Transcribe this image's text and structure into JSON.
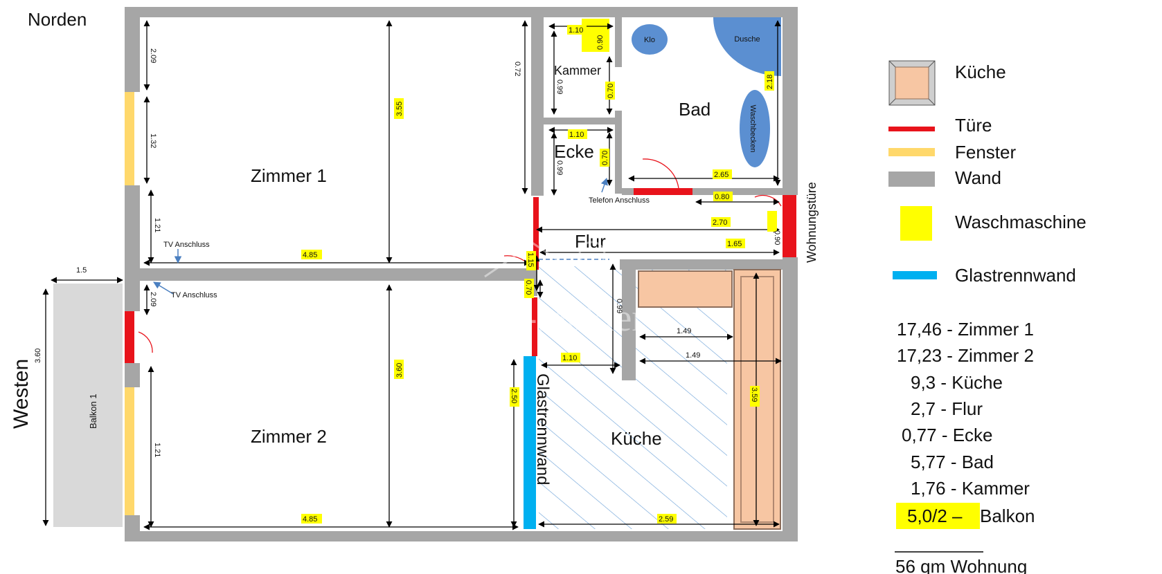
{
  "compass": {
    "north": "Norden",
    "west": "Westen"
  },
  "rooms": {
    "zimmer1": "Zimmer 1",
    "zimmer2": "Zimmer 2",
    "kammer": "Kammer",
    "ecke": "Ecke",
    "bad": "Bad",
    "flur": "Flur",
    "kueche": "Küche",
    "balkon": "Balkon 1"
  },
  "fixtures": {
    "klo": "Klo",
    "dusche": "Dusche",
    "waschbecken": "Waschbecken",
    "glastrennwand": "Glastrennwand",
    "wohnungstuere": "Wohnungstüre"
  },
  "annotations": {
    "tv1": "TV Anschluss",
    "tv2": "TV Anschluss",
    "telefon": "Telefon Anschluss"
  },
  "dimensions": {
    "z1_left_top": "2.09",
    "z1_left_window": "1.32",
    "z1_left_bottom": "1.21",
    "z1_height": "3.55",
    "z1_width": "4.85",
    "kammer_left": "0.72",
    "kammer_width": "1.10",
    "wm_a": "0.90",
    "kammer_h": "0.99",
    "kammer_w2": "0.70",
    "ecke_width": "1.10",
    "ecke_h": "0.99",
    "ecke_w2": "0.70",
    "bad_right": "2.18",
    "bad_width": "2.65",
    "bad_door": "0.80",
    "flur_width": "2.70",
    "door_090": "0.90",
    "flur_right": "1.65",
    "flur_115": "1.15",
    "flur_070": "0.70",
    "balkon_width": "1.5",
    "balkon_height": "3.60",
    "z2_left_top": "2.09",
    "z2_height": "3.60",
    "z2_left_bottom": "1.21",
    "z2_width": "4.85",
    "glas_height": "2.50",
    "kueche_099": "0.99",
    "kueche_149a": "1.49",
    "kueche_149b": "1.49",
    "kueche_110": "1.10",
    "kueche_359": "3.59",
    "kueche_259": "2.59"
  },
  "legend": [
    {
      "label": "Küche",
      "color": "#f7c6a3"
    },
    {
      "label": "Türe",
      "color": "#e8131b"
    },
    {
      "label": "Fenster",
      "color": "#ffd86b"
    },
    {
      "label": "Wand",
      "color": "#a6a6a6"
    },
    {
      "label": "Waschmaschine",
      "color": "#ffff00"
    },
    {
      "label": "Glastrennwand",
      "color": "#00b0f0"
    }
  ],
  "areas": [
    "17,46 - Zimmer 1",
    "17,23 - Zimmer 2",
    "9,3 - Küche",
    "2,7 - Flur",
    "0,77 - Ecke",
    "5,77 - Bad",
    "1,76 - Kammer"
  ],
  "balkon_area": {
    "value": "5,0/2 –",
    "label": "Balkon"
  },
  "total": "56 qm Wohnung",
  "watermark": "ohne-makler",
  "colors": {
    "wall": "#a6a6a6",
    "door": "#e8131b",
    "window": "#ffd86b",
    "glass": "#00b0f0",
    "highlight": "#ffff00",
    "fixture": "#5b8fd1",
    "kitchen": "#f7c6a3"
  }
}
